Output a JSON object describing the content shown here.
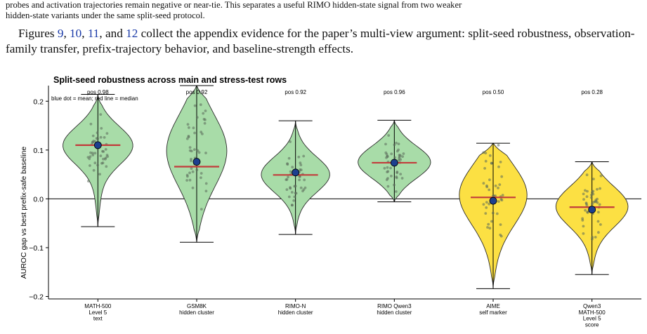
{
  "intro_paragraph": {
    "lines": [
      "probes and activation trajectories remain negative or near-tie. This separates a useful RIMO hidden-state signal from two weaker",
      "hidden-state variants under the same split-seed protocol."
    ]
  },
  "body_paragraph": {
    "prefix": "Figures ",
    "refs": [
      "9",
      "10",
      "11",
      "12"
    ],
    "sep1": ", ",
    "sep2": ", ",
    "sep3": ", and ",
    "suffix": " collect the appendix evidence for the paper’s multi-view argument: split-seed robustness, observation-family transfer, prefix-trajectory behavior, and baseline-strength effects."
  },
  "colors": {
    "green_fill": "#a8dca8",
    "yellow_fill": "#fce043",
    "mean_dot": "#1d3f8f",
    "median_line": "#c23b3b",
    "jitter": "#5a6a5a"
  },
  "chart_data": {
    "type": "violin",
    "title": "Split-seed robustness across main and stress-test rows",
    "ylabel": "AUROC gap vs best prefix-safe baseline",
    "annotation": "blue dot = mean; red line = median",
    "ylim": [
      -0.205,
      0.232
    ],
    "yticks": [
      -0.2,
      -0.1,
      0.0,
      0.1,
      0.2
    ],
    "ytick_labels": [
      "−0.2",
      "−0.1",
      "0.0",
      "0.1",
      "0.2"
    ],
    "zero_line": true,
    "categories": [
      {
        "label": [
          "MATH-500",
          "Level 5",
          "text"
        ],
        "pos": "pos 0.98",
        "fill": "green",
        "mean": 0.11,
        "median": 0.11,
        "min": -0.057,
        "max": 0.214,
        "peak": 0.11,
        "width": 0.35,
        "spread": 0.038
      },
      {
        "label": [
          "GSM8K",
          "hidden cluster"
        ],
        "pos": "pos 0.92",
        "fill": "green",
        "mean": 0.076,
        "median": 0.066,
        "min": -0.089,
        "max": 0.232,
        "peak": 0.1,
        "width": 0.3,
        "spread": 0.07
      },
      {
        "label": [
          "RIMO-N",
          "hidden cluster"
        ],
        "pos": "pos 0.92",
        "fill": "green",
        "mean": 0.054,
        "median": 0.049,
        "min": -0.073,
        "max": 0.16,
        "peak": 0.05,
        "width": 0.34,
        "spread": 0.035
      },
      {
        "label": [
          "RIMO Qwen3",
          "hidden cluster"
        ],
        "pos": "pos 0.96",
        "fill": "green",
        "mean": 0.074,
        "median": 0.074,
        "min": -0.006,
        "max": 0.161,
        "peak": 0.075,
        "width": 0.36,
        "spread": 0.032
      },
      {
        "label": [
          "AIME",
          "self marker"
        ],
        "pos": "pos 0.50",
        "fill": "yellow",
        "mean": -0.004,
        "median": 0.003,
        "min": -0.184,
        "max": 0.114,
        "peak": 0.01,
        "width": 0.34,
        "spread": 0.06
      },
      {
        "label": [
          "Qwen3",
          "MATH-500",
          "Level 5",
          "score"
        ],
        "pos": "pos 0.28",
        "fill": "yellow",
        "mean": -0.022,
        "median": -0.017,
        "min": -0.155,
        "max": 0.076,
        "peak": -0.015,
        "width": 0.36,
        "spread": 0.04
      }
    ]
  }
}
